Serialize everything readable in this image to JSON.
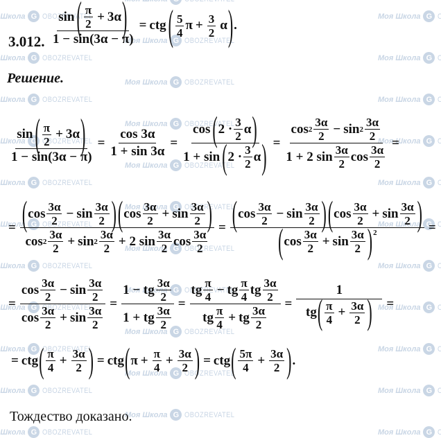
{
  "problem": {
    "number": "3.012.",
    "statement_lhs": "sin(π/2 + 3α) / (1 − sin(3α − π))",
    "statement_rhs": "ctg(5/4 π + 3/2 α)",
    "parts": {
      "sin": "sin",
      "pi": "π",
      "two": "2",
      "plus": "+",
      "three_alpha": "3α",
      "one_minus_sin": "1 − sin(3α − π)",
      "eq": "=",
      "ctg": "ctg",
      "five": "5",
      "four": "4",
      "three": "3",
      "alpha": "α",
      "period": "."
    }
  },
  "solution": {
    "heading": "Решение.",
    "steps": [
      "sin(π/2 + 3α)/(1 − sin(3α − π)) = cos3α/(1 + sin3α) = cos(2·3/2 α)/(1 + sin(2·3/2 α)) = (cos² 3α/2 − sin² 3α/2)/(1 + 2 sin 3α/2 cos 3α/2) =",
      "= (cos 3α/2 − sin 3α/2)(cos 3α/2 + sin 3α/2)/(cos² 3α/2 + sin² 3α/2 + 2 sin 3α/2 cos 3α/2) = (cos 3α/2 − sin 3α/2)(cos 3α/2 + sin 3α/2)/(cos 3α/2 + sin 3α/2)² =",
      "= (cos 3α/2 − sin 3α/2)/(cos 3α/2 + sin 3α/2) = (1 − tg 3α/2)/(1 + tg 3α/2) = (tg π/4 − tg π/4 tg 3α/2)/(tg π/4 + tg 3α/2) = 1/tg(π/4 + 3α/2) =",
      "= ctg(π/4 + 3α/2) = ctg(π + π/4 + 3α/2) = ctg(5π/4 + 3α/2)."
    ],
    "tokens": {
      "cos3a": "cos 3α",
      "one_plus_sin3a": "1 + sin 3α",
      "cos": "cos",
      "sin": "sin",
      "tg": "tg",
      "ctg": "ctg",
      "cos2": "cos",
      "sin2": "sin",
      "sq": "2",
      "two_dot": "2 ·",
      "one_plus_sin": "1 + sin",
      "one_plus_2sin": "1 + 2 sin",
      "plus_2sin": "+ 2 sin",
      "one_minus_tg": "1 − tg",
      "one_plus_tg": "1 + tg",
      "minus": "−",
      "plus": "+",
      "eq": "=",
      "one": "1",
      "three_alpha": "3α",
      "two": "2",
      "three": "3",
      "four": "4",
      "pi": "π",
      "five_pi": "5π",
      "alpha": "α",
      "lp": "(",
      "rp": ")",
      "period": "."
    },
    "conclusion": "Тождество доказано."
  },
  "watermark": {
    "school": "Моя Школа",
    "brand": "OBOZREVATEL",
    "logo_glyph": "G",
    "color": "#c9d6e5"
  }
}
